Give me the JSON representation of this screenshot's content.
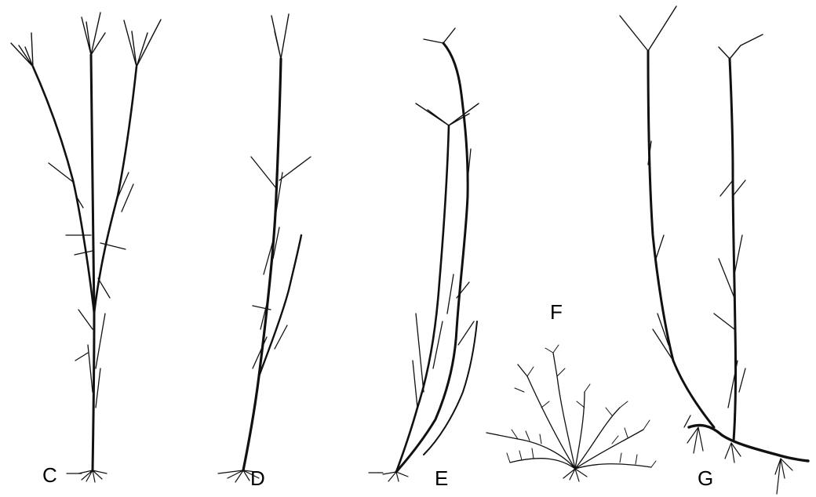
{
  "figure": {
    "stroke_color": "#111111",
    "background_color": "#ffffff",
    "panels": [
      {
        "id": "C",
        "label": "C"
      },
      {
        "id": "D",
        "label": "D"
      },
      {
        "id": "E",
        "label": "E"
      },
      {
        "id": "F",
        "label": "F"
      },
      {
        "id": "G",
        "label": "G"
      }
    ]
  }
}
